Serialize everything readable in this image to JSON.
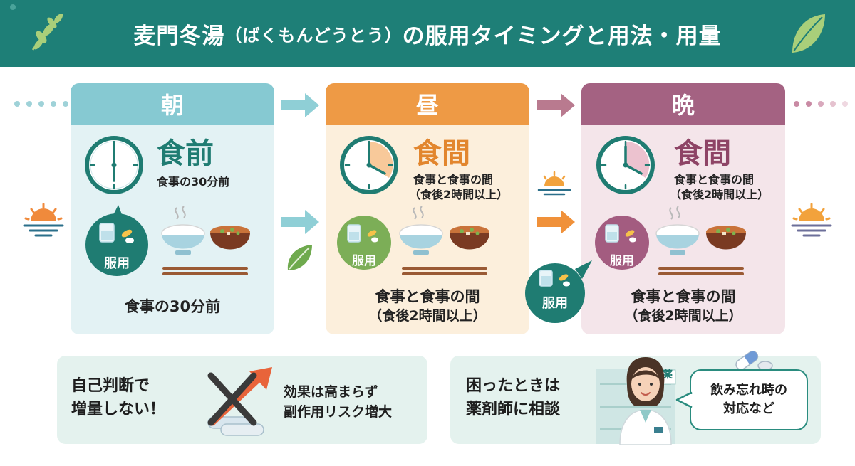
{
  "header": {
    "title_main": "麦門冬湯",
    "title_reading": "（ばくもんどうとう）",
    "title_rest": "の服用タイミングと用法・用量"
  },
  "colors": {
    "header_bg": "#1e7f77",
    "morning": "#86c9d2",
    "noon": "#ee9a45",
    "night": "#a46282",
    "teal_dark": "#1f7c72"
  },
  "panels": {
    "morning": {
      "title": "朝",
      "timing": "食前",
      "timing_detail": "食事の30分前",
      "take_label": "服用",
      "bottom": "食事の30分前"
    },
    "noon": {
      "title": "昼",
      "timing": "食間",
      "timing_detail_1": "食事と食事の間",
      "timing_detail_2": "（食後2時間以上）",
      "take_label": "服用",
      "bottom_1": "食事と食事の間",
      "bottom_2": "（食後2時間以上）"
    },
    "night": {
      "title": "晩",
      "timing": "食間",
      "timing_detail_1": "食事と食事の間",
      "timing_detail_2": "（食後2時間以上）",
      "take_label": "服用",
      "floating_take_label": "服用",
      "bottom_1": "食事と食事の間",
      "bottom_2": "（食後2時間以上）"
    }
  },
  "warning_box": {
    "line1": "自己判断で",
    "line2": "増量しない！",
    "effect_1": "効果は高まらず",
    "effect_2": "副作用リスク増大"
  },
  "consult_box": {
    "line1": "困ったときは",
    "line2": "薬剤師に相談",
    "shelf_sign": "薬",
    "speech_1": "飲み忘れ時の",
    "speech_2": "対応など"
  },
  "icons": [
    "leaf-icon",
    "clock-icon",
    "rice-bowl-icon",
    "miso-soup-icon",
    "chopsticks-icon",
    "water-glass-icon",
    "pill-icon",
    "sunrise-icon",
    "sunset-icon",
    "arrow-right-icon",
    "pharmacist-icon"
  ]
}
